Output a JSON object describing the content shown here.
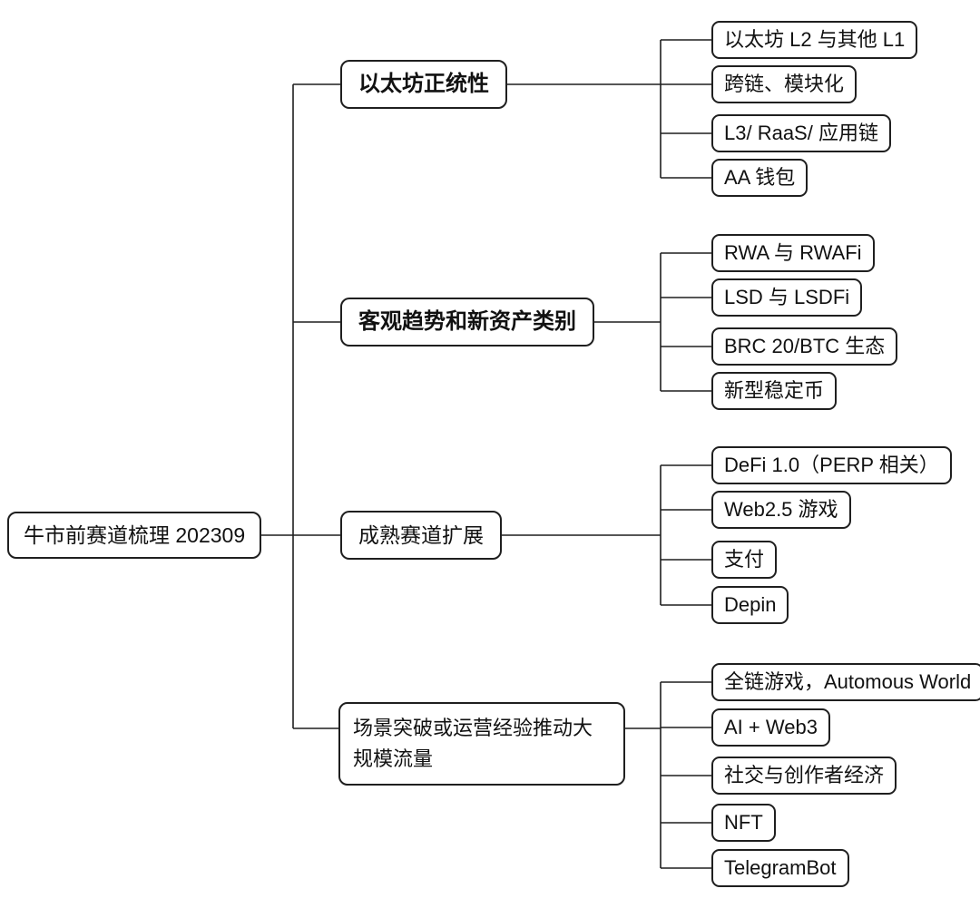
{
  "diagram": {
    "title": "牛市前赛道梳理 202309 思维导图",
    "colors": {
      "background": "#ffffff",
      "stroke": "#1f1f1f",
      "text": "#111111",
      "node_fill": "#ffffff"
    },
    "root": {
      "label": "牛市前赛道梳理 202309"
    },
    "branches": [
      {
        "label": "以太坊正统性",
        "bold": true,
        "children": [
          "以太坊 L2 与其他 L1",
          "跨链、模块化",
          "L3/ RaaS/ 应用链",
          "AA 钱包"
        ]
      },
      {
        "label": "客观趋势和新资产类别",
        "bold": true,
        "children": [
          "RWA 与 RWAFi",
          "LSD 与 LSDFi",
          "BRC 20/BTC 生态",
          "新型稳定币"
        ]
      },
      {
        "label": "成熟赛道扩展",
        "bold": false,
        "children": [
          "DeFi 1.0（PERP 相关）",
          "Web2.5 游戏",
          "支付",
          "Depin"
        ]
      },
      {
        "label": "场景突破或运营经验推动大规模流量",
        "bold": false,
        "children": [
          "全链游戏，Automous World",
          "AI + Web3",
          "社交与创作者经济",
          "NFT",
          "TelegramBot"
        ]
      }
    ]
  }
}
